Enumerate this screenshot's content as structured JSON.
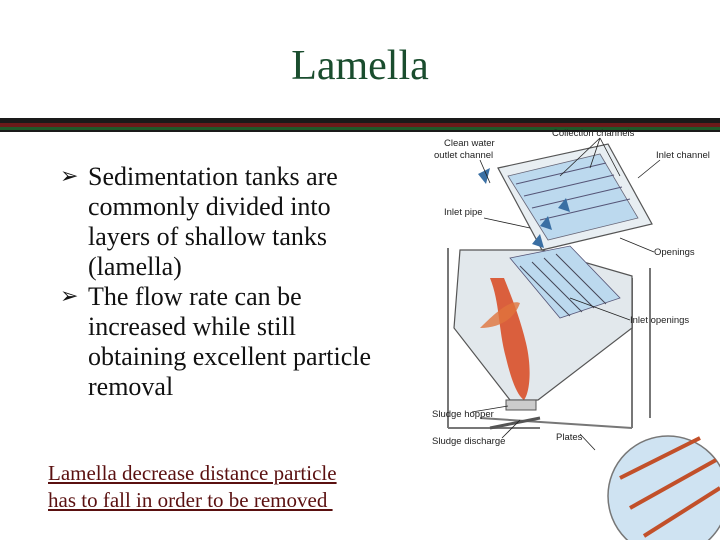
{
  "slide": {
    "title": "Lamella",
    "bullets": [
      {
        "arrow_icon": "arrow-bullet-icon",
        "text": "Sedimentation tanks are commonly divided into layers of shallow tanks (lamella)"
      },
      {
        "arrow_icon": "arrow-bullet-icon",
        "text": "The flow rate can be increased while still obtaining excellent particle removal"
      }
    ],
    "note": "Lamella decrease distance particle\nhas to fall in order to be removed "
  },
  "figure": {
    "labels": {
      "clean_water": "Clean water",
      "outlet_channel": "outlet channel",
      "collection_channels": "Collection channels",
      "inlet_channel": "Inlet channel",
      "inlet_pipe": "Inlet pipe",
      "openings": "Openings",
      "inlet_openings": "Inlet openings",
      "sludge_hopper": "Sludge hopper",
      "sludge_discharge": "Sludge discharge",
      "plates": "Plates"
    }
  },
  "colors": {
    "title": "#1a4d2e",
    "note": "#5a1010",
    "sludge": "#d9502a",
    "water": "#b8d8ef"
  }
}
